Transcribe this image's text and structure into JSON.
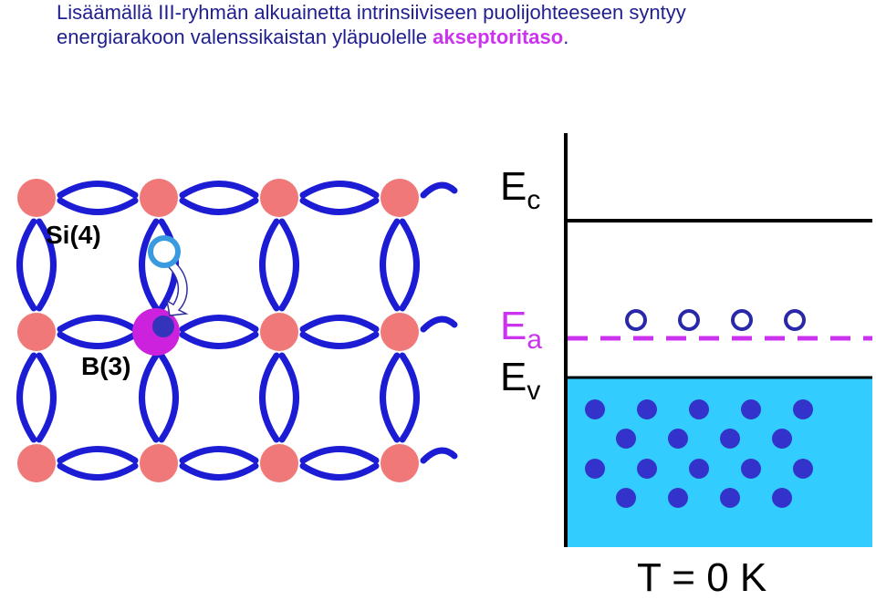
{
  "caption": {
    "line1": "Lisäämällä III-ryhmän alkuainetta intrinsiiviseen puolijohteeseen syntyy",
    "line2_prefix": "energiarakoon valenssikaistan yläpuolelle ",
    "line2_highlight": "akseptoritaso",
    "line2_suffix": "."
  },
  "lattice": {
    "host_label": "Si(4)",
    "dopant_label": "B(3)",
    "colors": {
      "atom": "#f07878",
      "bond": "#1c1cd4",
      "dopant": "#cc22dd",
      "dopant_electron": "#3333bb",
      "hole_ring": "#3a9ae0"
    }
  },
  "band_diagram": {
    "conduction_label": "E",
    "conduction_sub": "c",
    "acceptor_label": "E",
    "acceptor_sub": "a",
    "valence_label": "E",
    "valence_sub": "v",
    "temperature": "T = 0 K",
    "acceptor_states_empty": 4,
    "valence_electrons": 18,
    "colors": {
      "valence_band": "#33ccff",
      "electron": "#3333cc",
      "acceptor_level": "#cc33ee",
      "acceptor_label": "#cc33ee",
      "edge": "#000000"
    }
  }
}
